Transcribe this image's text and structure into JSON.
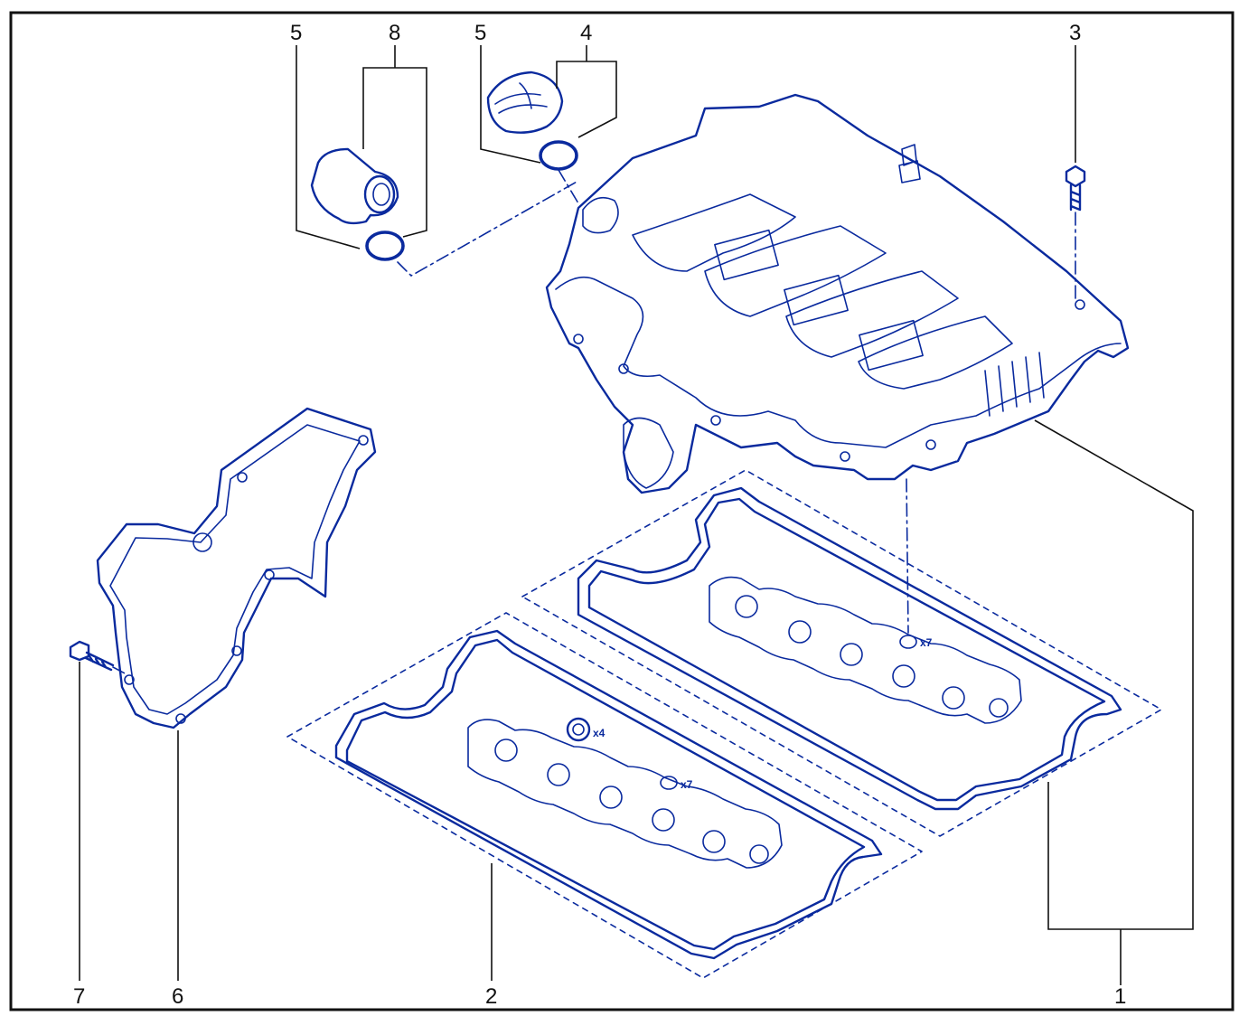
{
  "colors": {
    "ink": "#0a2a9e",
    "fill_light": "#eef2ff",
    "leader": "#111111",
    "frame": "#111111",
    "background": "#ffffff"
  },
  "callouts": {
    "c1": "1",
    "c2": "2",
    "c3": "3",
    "c4": "4",
    "c5_left": "5",
    "c5_right": "5",
    "c6": "6",
    "c7": "7",
    "c8": "8"
  },
  "quantities": {
    "seals_top_gasket": "x7",
    "seals_lower_small": "x4",
    "seals_lower_round": "x7"
  }
}
